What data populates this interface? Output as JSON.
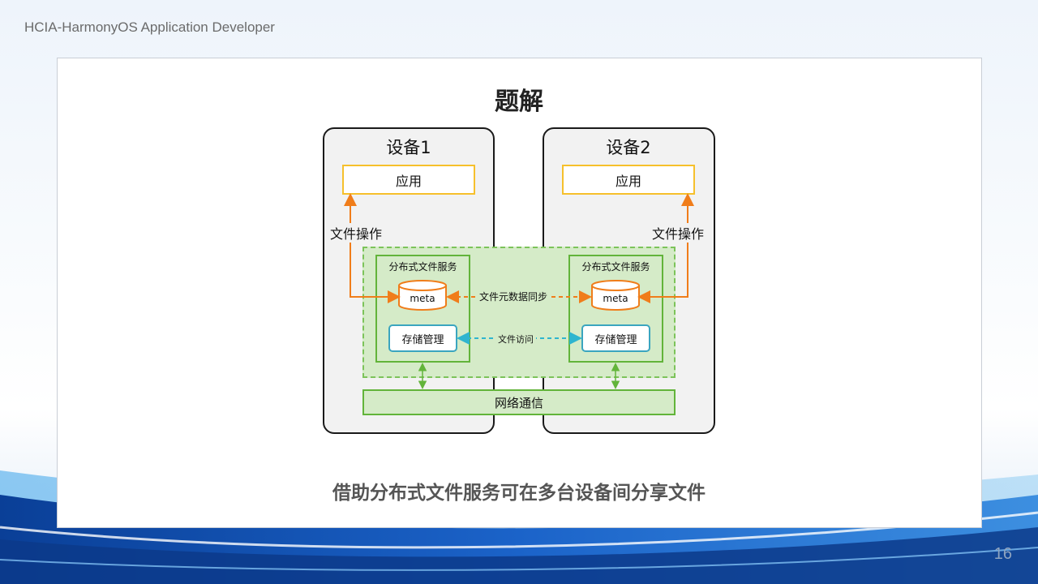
{
  "header": {
    "title": "HCIA-HarmonyOS Application Developer"
  },
  "page_number": "16",
  "slide": {
    "title": "题解",
    "caption": "借助分布式文件服务可在多台设备间分享文件"
  },
  "diagram": {
    "device1": {
      "label": "设备1",
      "app_label": "应用",
      "file_op_label": "文件操作"
    },
    "device2": {
      "label": "设备2",
      "app_label": "应用",
      "file_op_label": "文件操作"
    },
    "dfs_left": {
      "label": "分布式文件服务",
      "meta_label": "meta",
      "storage_label": "存储管理"
    },
    "dfs_right": {
      "label": "分布式文件服务",
      "meta_label": "meta",
      "storage_label": "存储管理"
    },
    "metadata_sync_label": "文件元数据同步",
    "file_access_label": "文件访问",
    "network_label": "网络通信"
  },
  "colors": {
    "app_border": "#f6c02c",
    "zone_fill": "#d5ebc8",
    "green_border": "#62b43a",
    "storage_border": "#3aa5bf",
    "orange_arrow": "#f07d1a",
    "cyan_arrow": "#2fb5cf"
  }
}
